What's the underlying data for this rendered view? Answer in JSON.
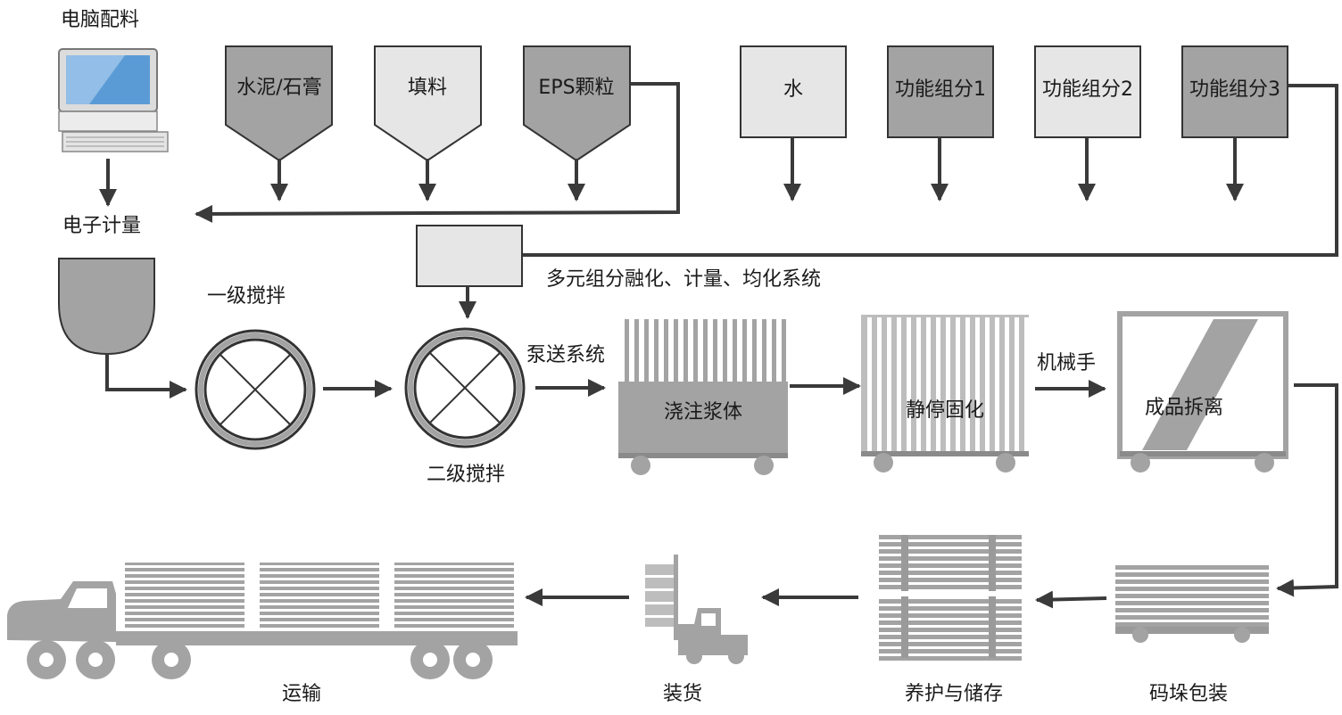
{
  "computer": {
    "label": "电脑配料",
    "icon": "computer-icon"
  },
  "weighing": {
    "label": "电子计量"
  },
  "hoppers": [
    {
      "label": "水泥/石膏"
    },
    {
      "label": "填料"
    },
    {
      "label": "EPS颗粒"
    }
  ],
  "tanks": [
    {
      "label": "水"
    },
    {
      "label": "功能组分1"
    },
    {
      "label": "功能组分2"
    },
    {
      "label": "功能组分3"
    }
  ],
  "fusion_system": {
    "label": "多元组分融化、计量、均化系统"
  },
  "mixing": {
    "first": "一级搅拌",
    "second": "二级搅拌"
  },
  "pump": {
    "label": "泵送系统"
  },
  "pour": {
    "label": "浇注浆体"
  },
  "cure": {
    "label": "静停固化"
  },
  "robot": {
    "label": "机械手"
  },
  "demold": {
    "label": "成品拆离"
  },
  "stack": {
    "label": "码垛包装"
  },
  "storage": {
    "label": "养护与储存"
  },
  "loading": {
    "label": "装货",
    "icon": "forklift-icon"
  },
  "transport": {
    "label": "运输",
    "icon": "truck-icon"
  },
  "colors": {
    "fill_dark": "#a3a3a3",
    "fill_light": "#e6e6e6",
    "line": "#3a3a3a"
  }
}
